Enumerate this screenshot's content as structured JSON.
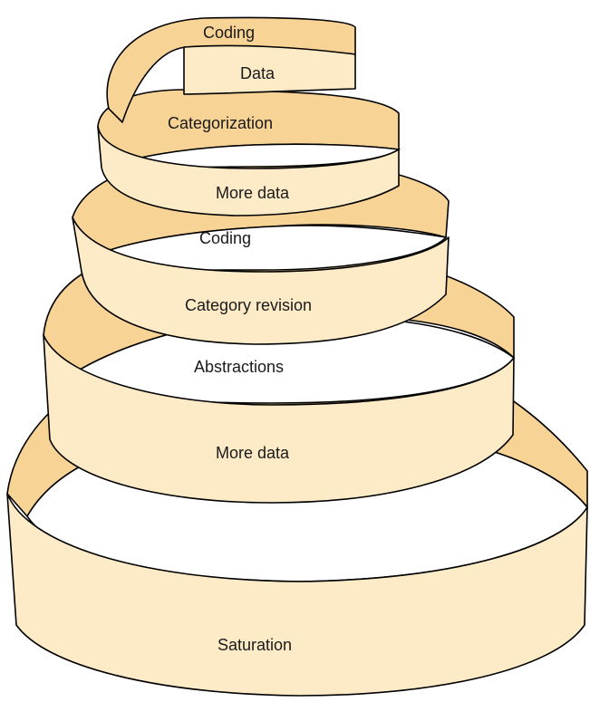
{
  "spiral": {
    "labels": [
      "Coding",
      "Data",
      "Categorization",
      "More data",
      "Coding",
      "Category revision",
      "Abstractions",
      "More data",
      "Saturation"
    ],
    "colors": {
      "front": "#fdebc8",
      "inner": "#f8d396",
      "stroke": "#000000"
    }
  }
}
